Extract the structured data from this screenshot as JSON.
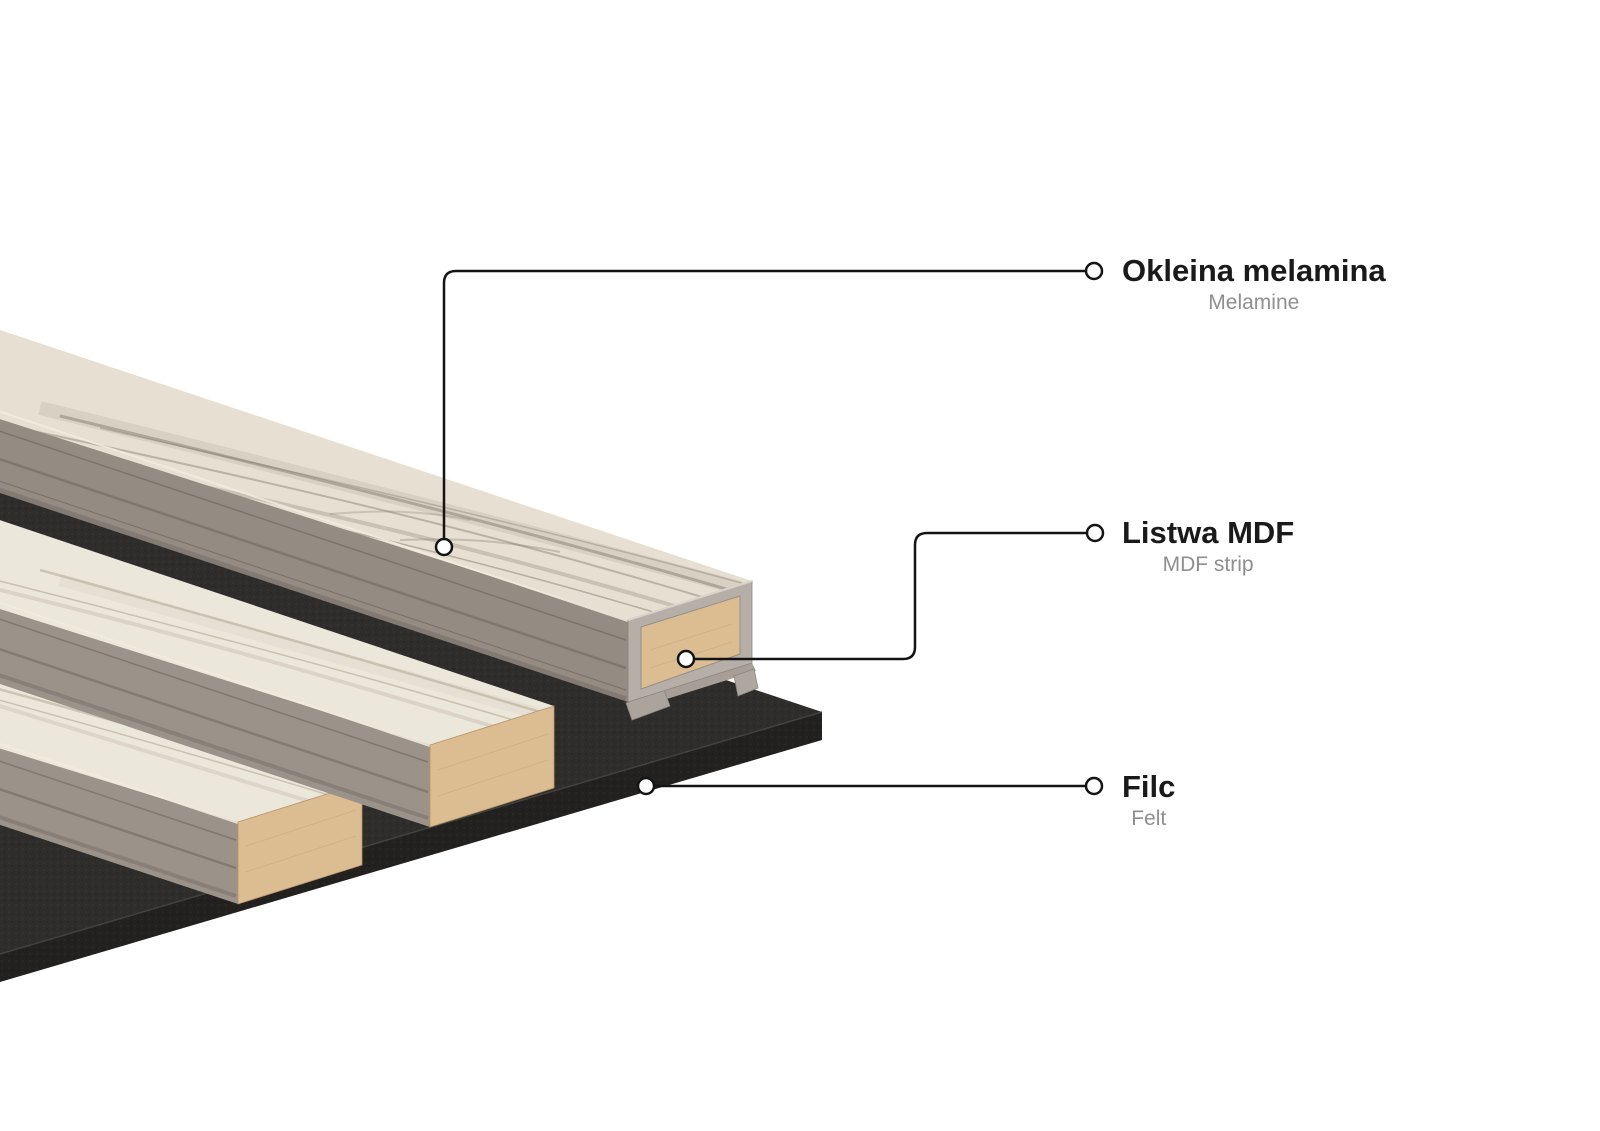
{
  "labels": [
    {
      "id": "melamine",
      "title": "Okleina melamina",
      "subtitle": "Melamine"
    },
    {
      "id": "mdf",
      "title": "Listwa MDF",
      "subtitle": "MDF strip"
    },
    {
      "id": "felt",
      "title": "Filc",
      "subtitle": "Felt"
    }
  ],
  "colors": {
    "background": "#ffffff",
    "line": "#141414",
    "title_text": "#1a1a1a",
    "subtitle_text": "#8f8f8f",
    "felt_top": "#2e2d2b",
    "felt_front": "#222120",
    "wood_top_1": "#e7e0d2",
    "wood_top_2": "#ece7db",
    "wood_side_1": "#948c83",
    "wood_side_2": "#9b938a",
    "mdf": "#dcbd92",
    "melamine": "#b6afa7",
    "melamine_flap": "#aba49c"
  }
}
